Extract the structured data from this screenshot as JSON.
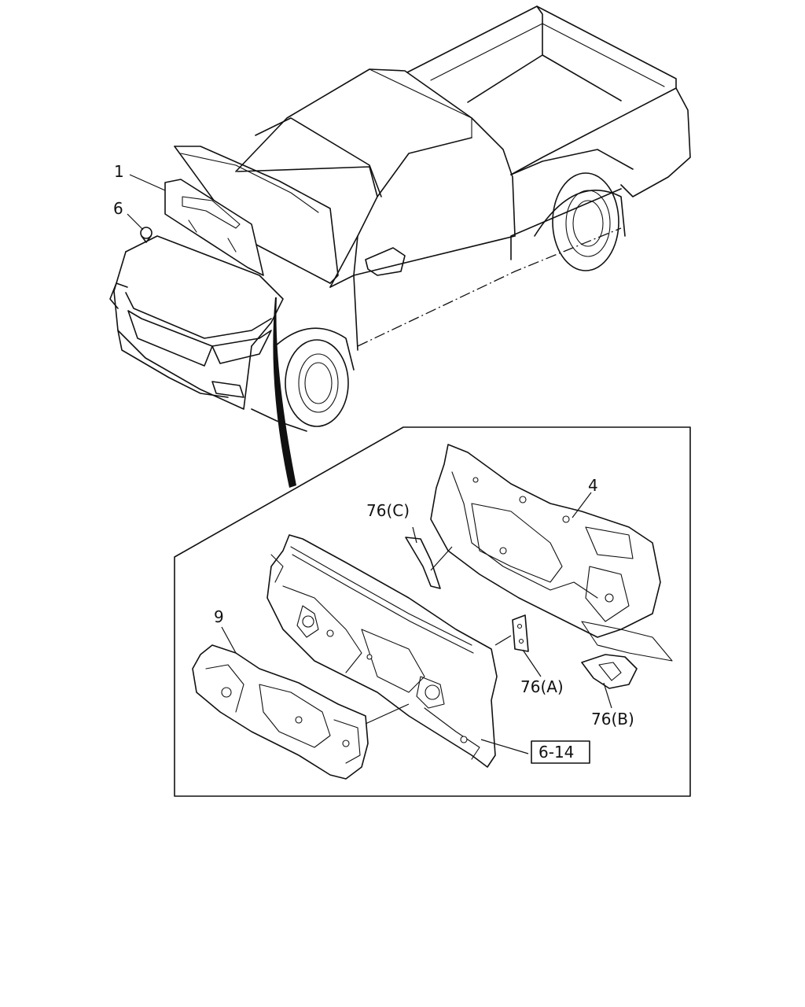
{
  "callouts": {
    "c1": "1",
    "c6": "6",
    "c4": "4",
    "c76c": "76(C)",
    "c9": "9",
    "c76a": "76(A)",
    "c76b": "76(B)",
    "ref": "6-14"
  }
}
